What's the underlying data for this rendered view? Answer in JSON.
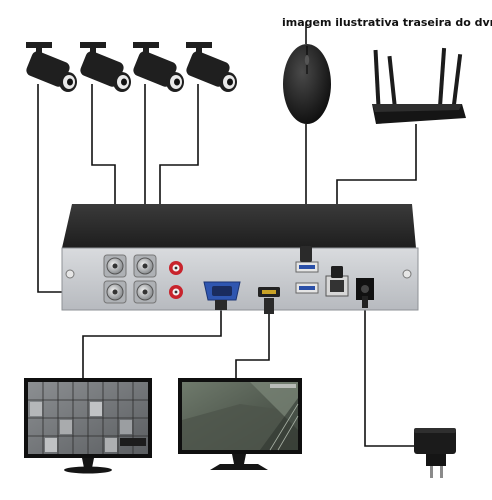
{
  "caption": "imagem ilustrativa traseira do dvr",
  "devices": {
    "cameras": [
      "camera-1",
      "camera-2",
      "camera-3",
      "camera-4"
    ],
    "peripherals": [
      "mouse",
      "router",
      "dvr",
      "monitor-vga",
      "monitor-hdmi",
      "power-adapter"
    ],
    "ports": [
      "bnc-video-in-1",
      "bnc-video-in-2",
      "bnc-video-in-3",
      "bnc-video-in-4",
      "rca-audio-in",
      "rca-audio-out",
      "vga-port",
      "hdmi-port",
      "usb-port-1",
      "usb-port-2",
      "rj45-lan-port",
      "dc-power-port"
    ]
  },
  "colors": {
    "dvr_body": "#2b2b2b",
    "dvr_panel": "#c9ccd0",
    "cable": "#111111",
    "camera": "#1f1f1f",
    "vga_blue": "#2f56b0",
    "rca_red": "#c8232c",
    "usb_blue": "#2a4fa8",
    "hdmi_gold": "#c9a227"
  }
}
